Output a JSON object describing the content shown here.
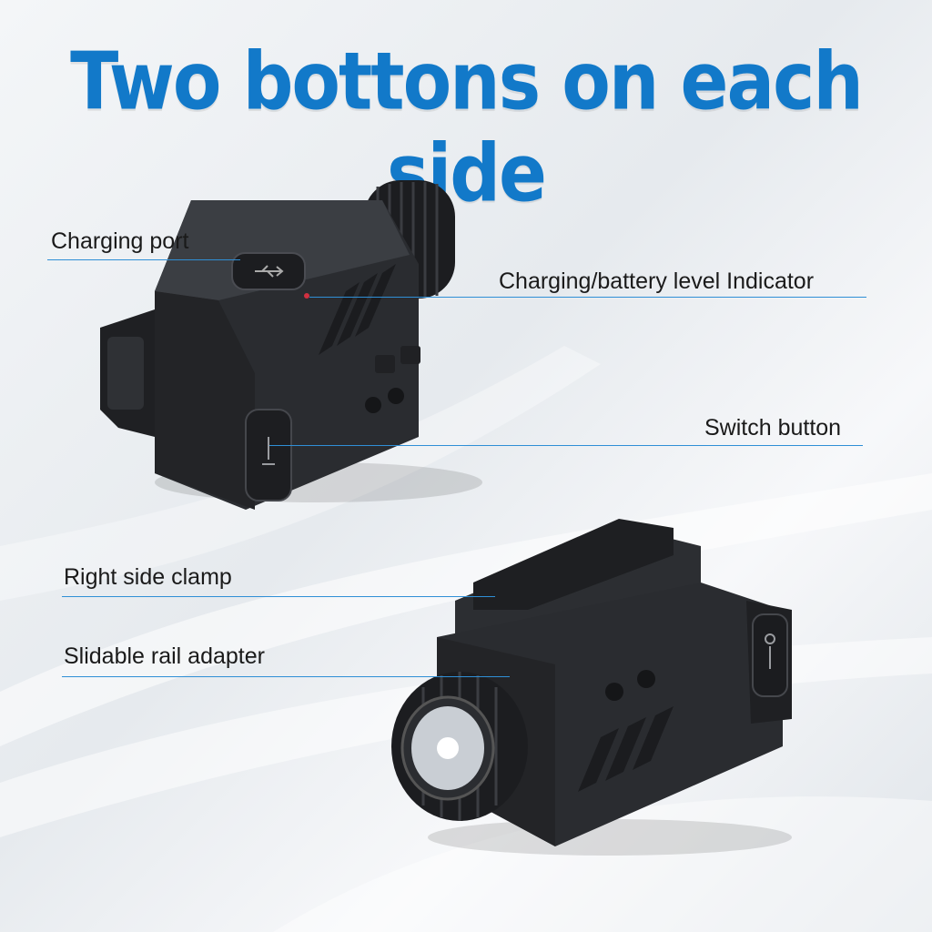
{
  "headline": "Two bottons on each side",
  "callouts": {
    "charging_port": "Charging port",
    "indicator": "Charging/battery level Indicator",
    "switch_button": "Switch button",
    "right_clamp": "Right side clamp",
    "rail_adapter": "Slidable rail adapter"
  },
  "colors": {
    "headline": "#1279c9",
    "callout_line": "#2f8fd6",
    "device_body": "#2a2c30",
    "indicator_led": "#d03040"
  },
  "icons": [
    "usb-icon",
    "flashlight-icon",
    "lightbulb-icon"
  ]
}
